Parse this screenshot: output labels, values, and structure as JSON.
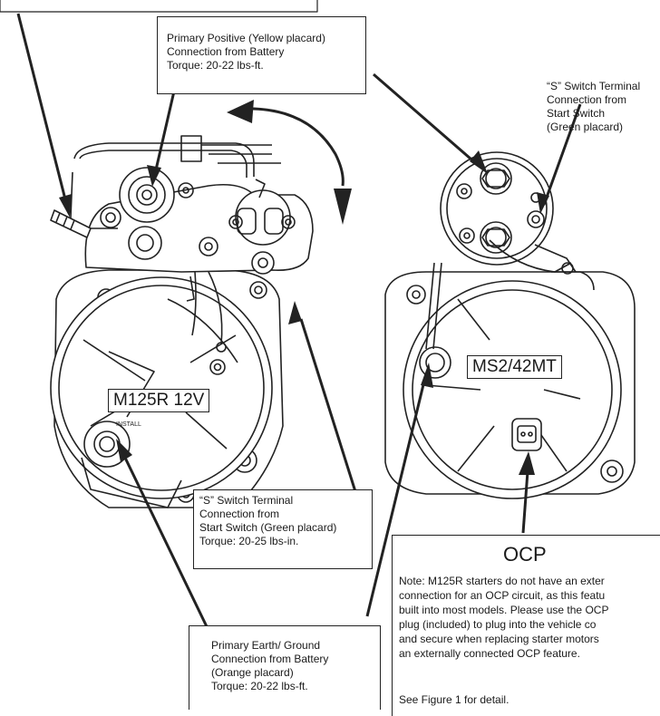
{
  "labels": {
    "primary_positive": [
      "Primary Positive (Yellow placard)",
      "Connection from Battery",
      "Torque: 20-22 lbs-ft."
    ],
    "s_switch_right": [
      "“S” Switch Terminal",
      "Connection from",
      "Start Switch",
      "(Green placard)"
    ],
    "s_switch_left": [
      "“S” Switch Terminal",
      "Connection from",
      "Start Switch (Green placard)",
      "Torque: 20-25 lbs-in."
    ],
    "primary_earth": [
      "Primary Earth/ Ground",
      "Connection from Battery",
      "(Orange placard)",
      "Torque: 20-22 lbs-ft."
    ]
  },
  "models": {
    "left": "M125R 12V",
    "right": "MS2/42MT"
  },
  "ocp": {
    "title": "OCP",
    "note_lines": [
      "Note: M125R starters do not have an exter",
      "connection for an OCP circuit, as this featu",
      "built into most models. Please use the OCP",
      "plug (included) to plug into the vehicle co",
      "and secure when replacing starter motors",
      "an externally connected OCP feature."
    ],
    "see_figure": "See Figure 1 for detail."
  },
  "colors": {
    "line": "#222222",
    "text": "#1a1a1a"
  }
}
